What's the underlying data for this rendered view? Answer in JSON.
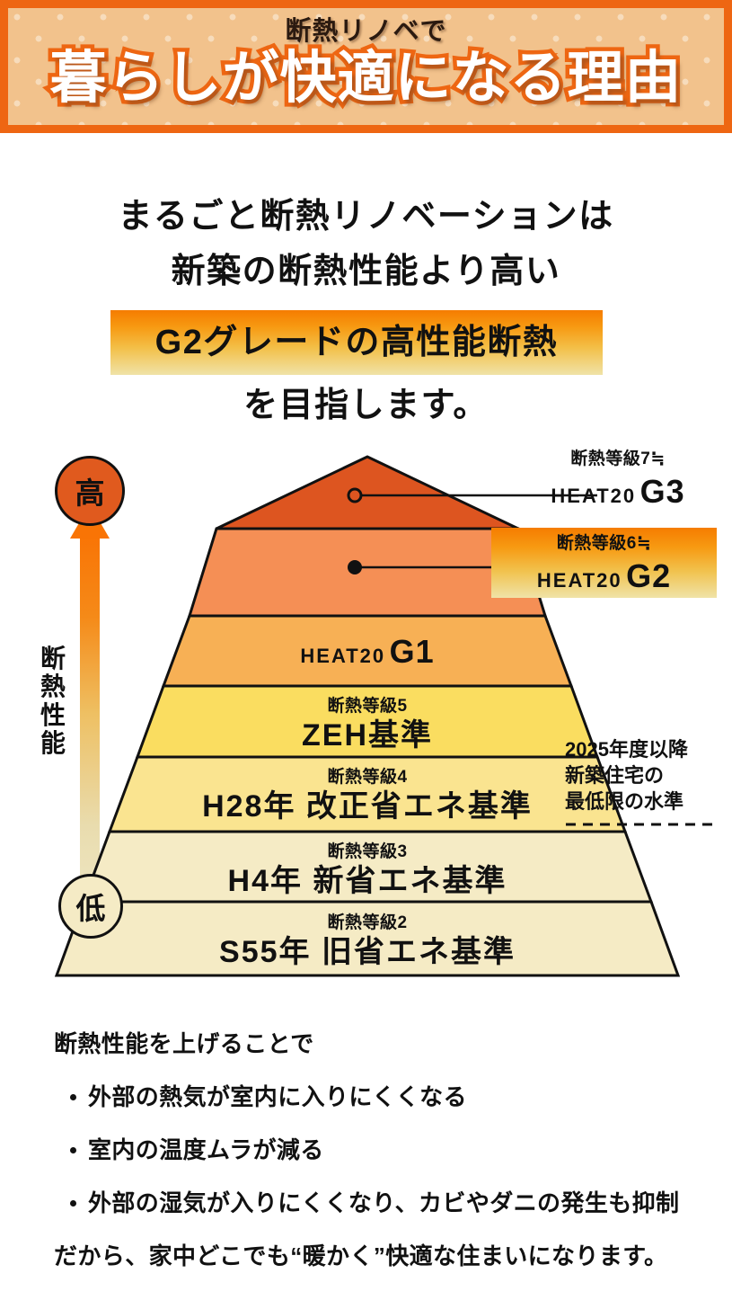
{
  "header": {
    "subtitle": "断熱リノベで",
    "title": "暮らしが快適になる理由",
    "border_color": "#ee6612",
    "background_color": "#f2c28c"
  },
  "lead": {
    "line1": "まるごと断熱リノベーションは",
    "line2": "新築の断熱性能より高い",
    "highlight": "G2グレードの高性能断熱",
    "line4": "を目指します。",
    "highlight_gradient_from": "#f57c00",
    "highlight_gradient_to": "#f0e3a8"
  },
  "axis": {
    "high_label": "高",
    "low_label": "低",
    "vertical_label": "断熱性能",
    "high_circle_color": "#e05a1e",
    "low_circle_color": "#f5ebc5",
    "arrow_gradient_from": "#f97405",
    "arrow_gradient_to": "#efe7c4"
  },
  "chart_data": {
    "type": "pyramid",
    "title": "断熱性能グレードピラミッド",
    "ylabel": "断熱性能",
    "levels": [
      {
        "rank": 7,
        "grade_label": "断熱等級7≒",
        "brand": "HEAT20",
        "grade": "G3",
        "name": "HEAT20 G3",
        "color": "#dd5520",
        "marker": "hollow-circle",
        "callout": true,
        "callout_highlighted": false
      },
      {
        "rank": 6,
        "grade_label": "断熱等級6≒",
        "brand": "HEAT20",
        "grade": "G2",
        "name": "HEAT20 G2",
        "color": "#f58f55",
        "marker": "filled-circle",
        "callout": true,
        "callout_highlighted": true
      },
      {
        "rank": 5,
        "grade_label": "",
        "brand": "HEAT20",
        "grade": "G1",
        "name": "HEAT20 G1",
        "color": "#f7b055",
        "marker": "none",
        "callout": false,
        "callout_highlighted": false
      },
      {
        "rank": 4,
        "grade_label": "断熱等級5",
        "brand": "",
        "grade": "",
        "name": "ZEH基準",
        "color": "#fadd60",
        "marker": "none",
        "callout": false,
        "callout_highlighted": false
      },
      {
        "rank": 3,
        "grade_label": "断熱等級4",
        "brand": "",
        "grade": "",
        "name": "H28年 改正省エネ基準",
        "color": "#fae490",
        "marker": "none",
        "callout": false,
        "callout_highlighted": false
      },
      {
        "rank": 2,
        "grade_label": "断熱等級3",
        "brand": "",
        "grade": "",
        "name": "H4年 新省エネ基準",
        "color": "#f5ebc5",
        "marker": "none",
        "callout": false,
        "callout_highlighted": false
      },
      {
        "rank": 1,
        "grade_label": "断熱等級2",
        "brand": "",
        "grade": "",
        "name": "S55年 旧省エネ基準",
        "color": "#f5ebc5",
        "marker": "none",
        "callout": false,
        "callout_highlighted": false
      }
    ],
    "annotation": {
      "line1": "2025年度以降",
      "line2": "新築住宅の",
      "line3": "最低限の水準",
      "points_to": "断熱等級4 / H28年 改正省エネ基準",
      "connector": "dashed-line"
    }
  },
  "bottom": {
    "intro": "断熱性能を上げることで",
    "bullets": [
      "外部の熱気が室内に入りにくくなる",
      "室内の温度ムラが減る",
      "外部の湿気が入りにくくなり、カビやダニの発生も抑制"
    ],
    "outro": "だから、家中どこでも“暖かく”快適な住まいになります。"
  }
}
